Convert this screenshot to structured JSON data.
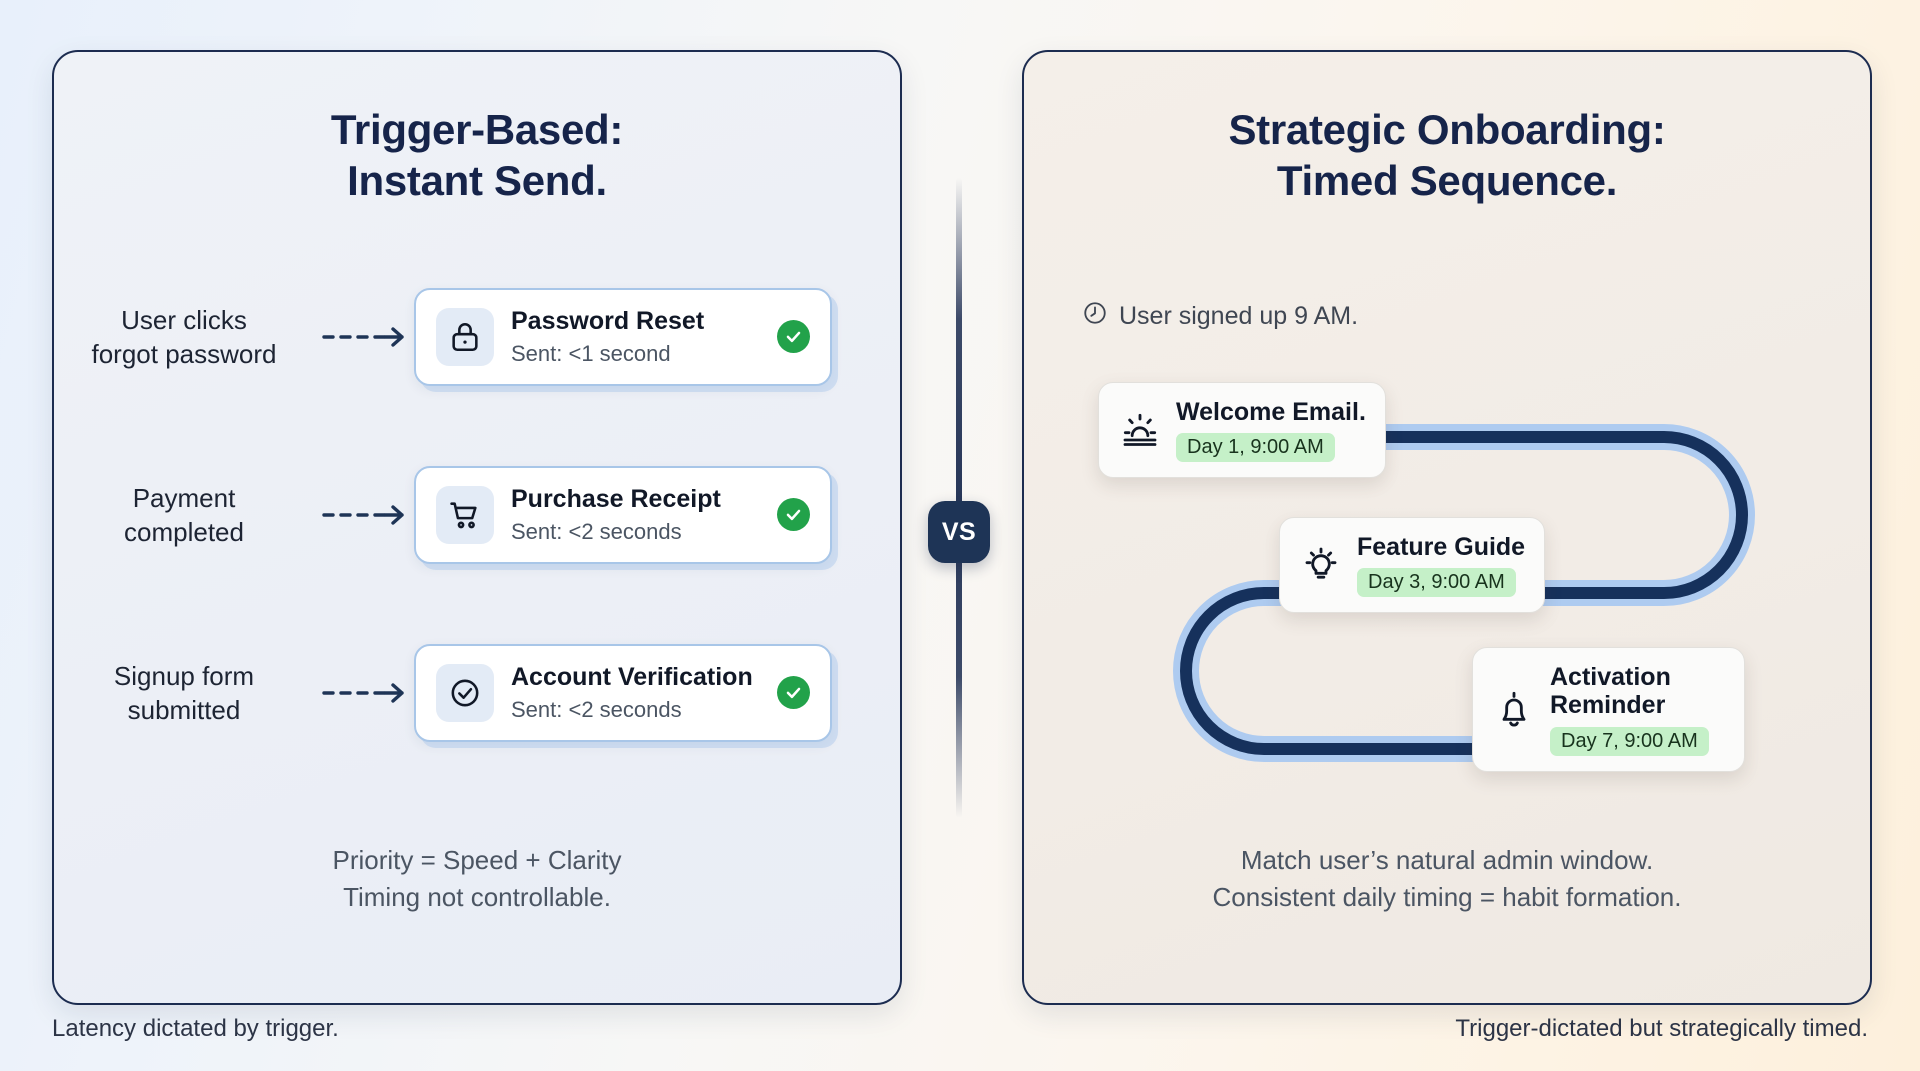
{
  "left_panel": {
    "title_line1": "Trigger-Based:",
    "title_line2": "Instant Send.",
    "rows": [
      {
        "trigger_line1": "User clicks",
        "trigger_line2": "forgot password",
        "icon": "lock-icon",
        "title": "Password Reset",
        "subtitle": "Sent: <1 second",
        "status": "check-icon"
      },
      {
        "trigger_line1": "Payment",
        "trigger_line2": "completed",
        "icon": "shopping-cart-icon",
        "title": "Purchase Receipt",
        "subtitle": "Sent: <2 seconds",
        "status": "check-icon"
      },
      {
        "trigger_line1": "Signup form",
        "trigger_line2": "submitted",
        "icon": "check-circle-icon",
        "title": "Account Verification",
        "subtitle": "Sent: <2 seconds",
        "status": "check-icon"
      }
    ],
    "footnote_line1": "Priority = Speed + Clarity",
    "footnote_line2": "Timing not controllable.",
    "caption": "Latency dictated by trigger."
  },
  "right_panel": {
    "title_line1": "Strategic Onboarding:",
    "title_line2": "Timed Sequence.",
    "signup_note": "User signed up 9 AM.",
    "signup_icon": "clock-icon",
    "sequence": [
      {
        "icon": "sunrise-icon",
        "title": "Welcome Email.",
        "chip": "Day 1, 9:00 AM"
      },
      {
        "icon": "lightbulb-icon",
        "title": "Feature Guide",
        "chip": "Day 3, 9:00 AM"
      },
      {
        "icon": "bell-icon",
        "title": "Activation Reminder",
        "chip": "Day 7, 9:00 AM"
      }
    ],
    "footnote_line1": "Match user’s natural admin window.",
    "footnote_line2": "Consistent daily timing = habit formation.",
    "caption": "Trigger-dictated but strategically timed."
  },
  "divider": {
    "badge_label": "VS"
  },
  "colors": {
    "ink": "#16244a",
    "card_border_blue": "#a8c6e8",
    "check_green": "#22a24a",
    "chip_green": "#c5f0c8",
    "path_dark": "#16315c",
    "path_light": "#aecbf0",
    "badge_bg": "#1e3456"
  }
}
